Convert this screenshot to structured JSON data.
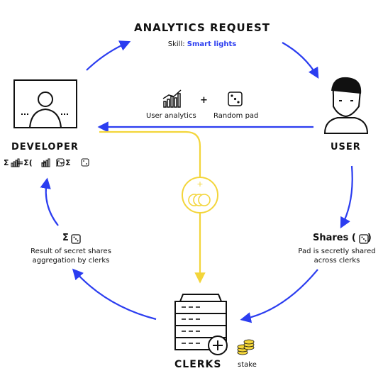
{
  "header": {
    "title": "ANALYTICS REQUEST",
    "skill_label": "Skill:",
    "skill_value": "Smart lights"
  },
  "developer": {
    "label": "DEVELOPER",
    "formula": "Σ   =Σ(   +   )−Σ"
  },
  "user": {
    "label": "USER"
  },
  "flow": {
    "user_analytics": "User analytics",
    "plus": "+",
    "random_pad": "Random pad"
  },
  "shares": {
    "title": "Shares (",
    "title_close": ")",
    "description_line1": "Pad is secretly shared",
    "description_line2": "across clerks"
  },
  "aggregation": {
    "symbol": "Σ",
    "description_line1": "Result of secret shares",
    "description_line2": "aggregation by clerks"
  },
  "clerks": {
    "label": "CLERKS",
    "stake": "stake"
  },
  "colors": {
    "blue": "#2b3df0",
    "yellow": "#f3d53a",
    "ink": "#111111"
  }
}
